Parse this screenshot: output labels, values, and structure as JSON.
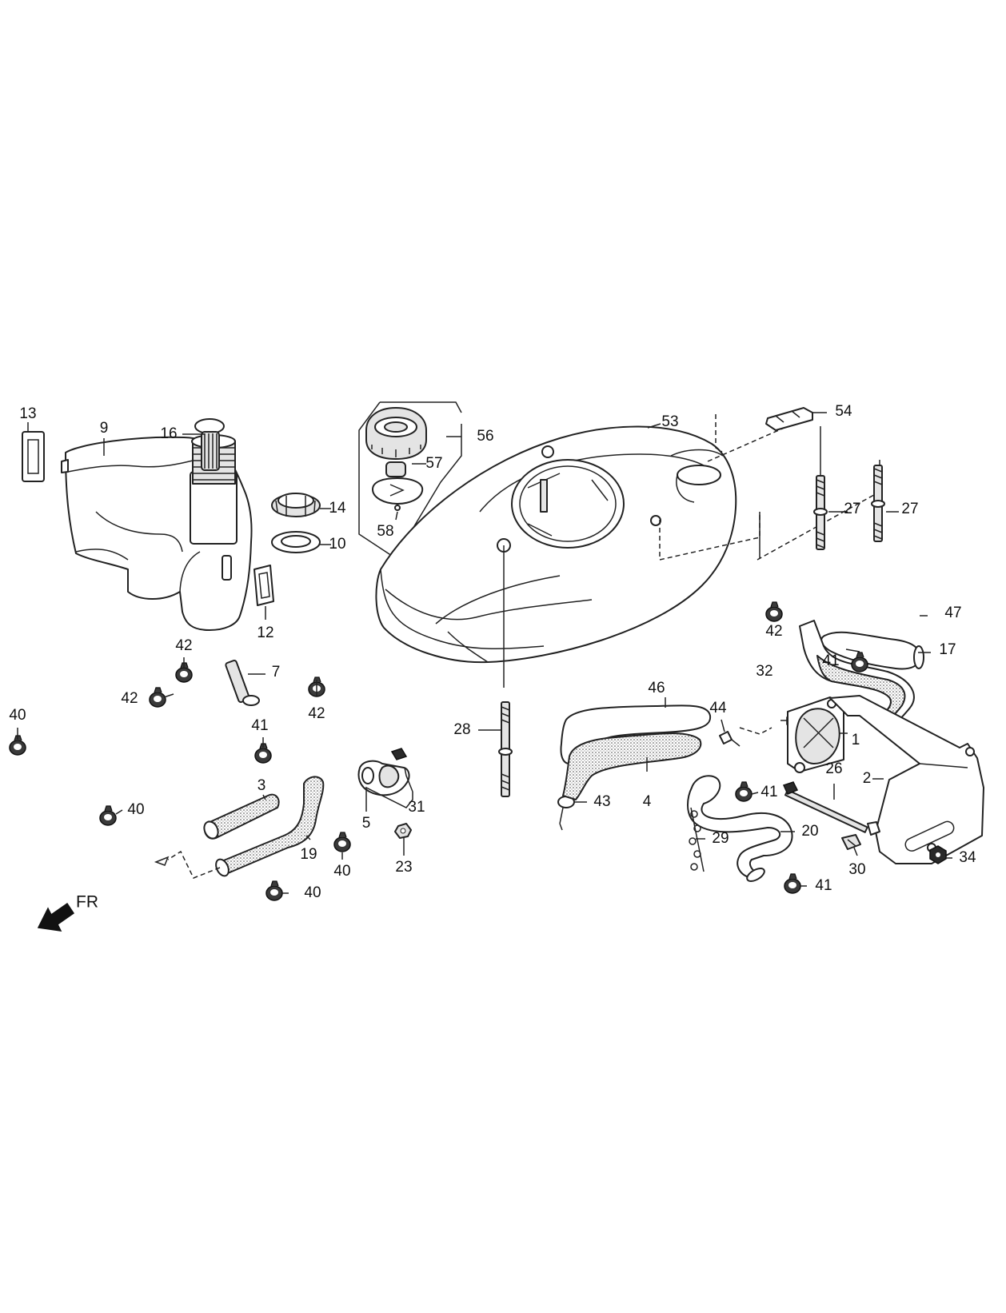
{
  "diagram": {
    "orientation_label": "FR",
    "callouts": [
      "1",
      "2",
      "3",
      "4",
      "5",
      "7",
      "9",
      "10",
      "12",
      "13",
      "14",
      "16",
      "17",
      "19",
      "20",
      "23",
      "26",
      "27",
      "27",
      "28",
      "29",
      "30",
      "31",
      "32",
      "34",
      "40",
      "40",
      "40",
      "40",
      "41",
      "41",
      "41",
      "41",
      "42",
      "42",
      "42",
      "42",
      "43",
      "44",
      "46",
      "47",
      "53",
      "54",
      "56",
      "57",
      "58"
    ],
    "parts": [
      {
        "ref": "9",
        "icon": "fuel-tank-icon"
      },
      {
        "ref": "53",
        "icon": "tank-cover-icon"
      },
      {
        "ref": "56",
        "icon": "fuel-cap-assembly-icon"
      },
      {
        "ref": "1",
        "icon": "filter-bracket-icon"
      },
      {
        "ref": "2",
        "icon": "bracket-plate-icon"
      },
      {
        "ref": "40",
        "icon": "hose-clip-icon"
      },
      {
        "ref": "41",
        "icon": "hose-clip-icon"
      },
      {
        "ref": "42",
        "icon": "hose-clip-icon"
      }
    ]
  }
}
